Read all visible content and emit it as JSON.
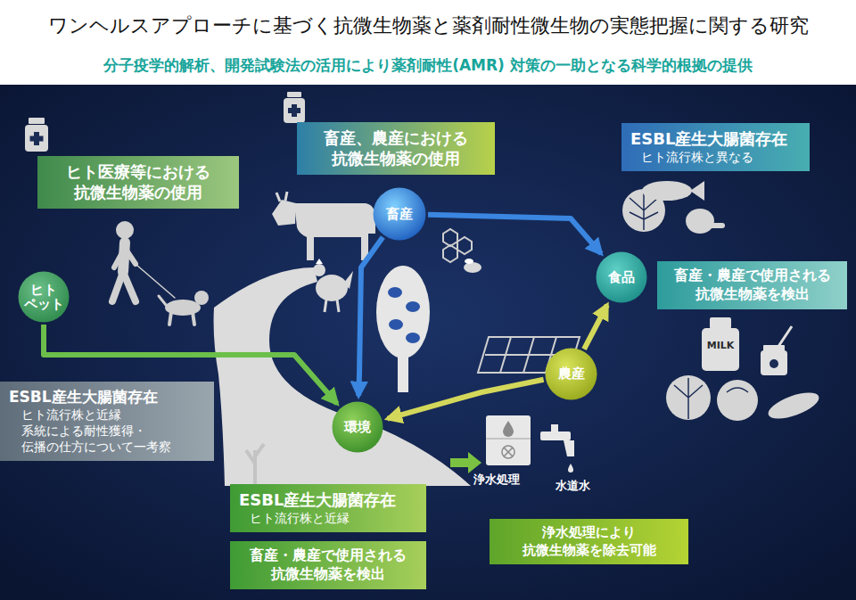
{
  "diagram": {
    "title": "ワンヘルスアプローチに基づく抗微生物薬と薬剤耐性微生物の実態把握に関する研究",
    "nodes": [
      {
        "text": [
          "ヒト医療等における 抗微生物薬の使用"
        ]
      },
      {
        "text": [
          "畜産、農産における 抗微生物薬の使用"
        ]
      },
      {
        "text": [
          "ESBL産生大腸菌存在",
          "ヒト流行株と異なる"
        ]
      },
      {
        "text": [
          "ヒト ペット"
        ]
      },
      {
        "text": [
          "畜産"
        ]
      },
      {
        "text": [
          "食品"
        ]
      },
      {
        "text": [
          "畜産・農産で使用される 抗微生物薬を検出"
        ]
      },
      {
        "text": [
          "ESBL産生大腸菌存在",
          "ヒト流行株と近縁 系統による耐性獲得・ 伝播の仕方について一考察"
        ]
      },
      {
        "text": [
          "農産"
        ]
      },
      {
        "text": [
          "環境"
        ]
      },
      {
        "text": [
          "ESBL産生大腸菌存在",
          "ヒト流行株と近縁"
        ]
      },
      {
        "text": [
          "畜産・農産で使用される 抗微生物薬を検出"
        ]
      },
      {
        "text": [
          "浄水処理により 抗微生物薬を除去可能"
        ]
      }
    ],
    "edges": [
      {
        "from": 3,
        "to": 9,
        "arrow": "to"
      },
      {
        "from": 4,
        "to": 9,
        "arrow": "to"
      },
      {
        "from": 4,
        "to": 5,
        "arrow": "to"
      },
      {
        "from": 8,
        "to": 5,
        "arrow": "to"
      },
      {
        "from": 8,
        "to": 9,
        "arrow": "to"
      }
    ],
    "labels": [
      "分子疫学的解析、開発試験法の活用により薬剤耐性(AMR) 対策の一助となる科学的根拠の提供",
      "MILK",
      "浄水処理",
      "水道水"
    ]
  }
}
